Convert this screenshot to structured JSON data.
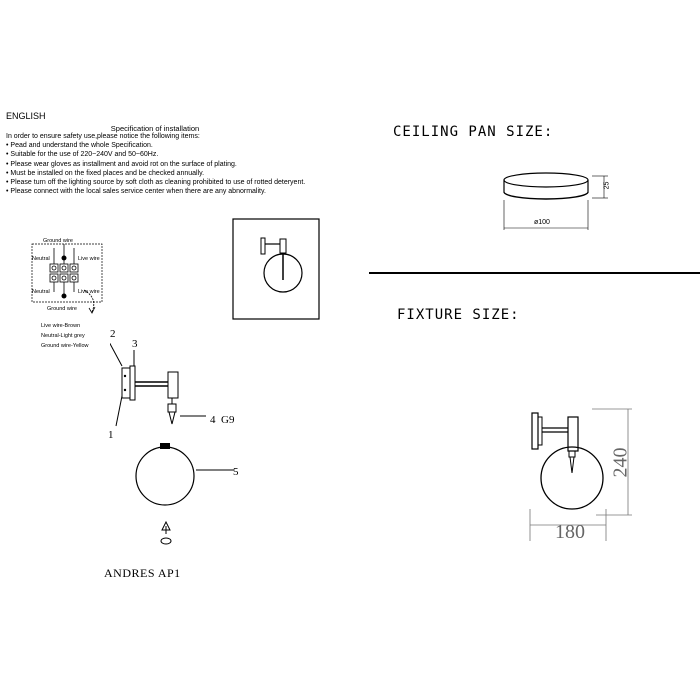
{
  "header": {
    "language": "ENGLISH"
  },
  "spec": {
    "title": "Specification of installation",
    "items": [
      "In order to ensure safety use,please notice the following items:",
      "• Pead and understand the whole Specification.",
      "• Suitable for the use of 220~240V and 50~60Hz.",
      "• Please wear gloves as installment and avoid rot on the surface of plating.",
      "• Must be installed on the fixed places and be checked annually.",
      "• Please turn off the lighting source by soft cloth as cleaning prohibited to use of rotted deteryent.",
      "• Please connect with the local sales service center when there are any abnormality."
    ]
  },
  "wiring": {
    "ground_top": "Ground wire",
    "neutral_top": "Neutral",
    "live_top": "Live wire",
    "neutral_bottom": "Neutral",
    "live_bottom": "Live wire",
    "ground_bottom": "Ground wire",
    "legend": [
      "Live wire-Brown",
      "Neutral-Light grey",
      "Ground wire-Yellow"
    ]
  },
  "callouts": {
    "c1": "1",
    "c2": "2",
    "c3": "3",
    "c4": "4  G9",
    "c5": "5"
  },
  "model": "ANDRES AP1",
  "ceiling_pan": {
    "title": "CEILING PAN SIZE:",
    "diameter": "ø100",
    "height": "25"
  },
  "fixture": {
    "title": "FIXTURE SIZE:",
    "height": "240",
    "width": "180"
  }
}
